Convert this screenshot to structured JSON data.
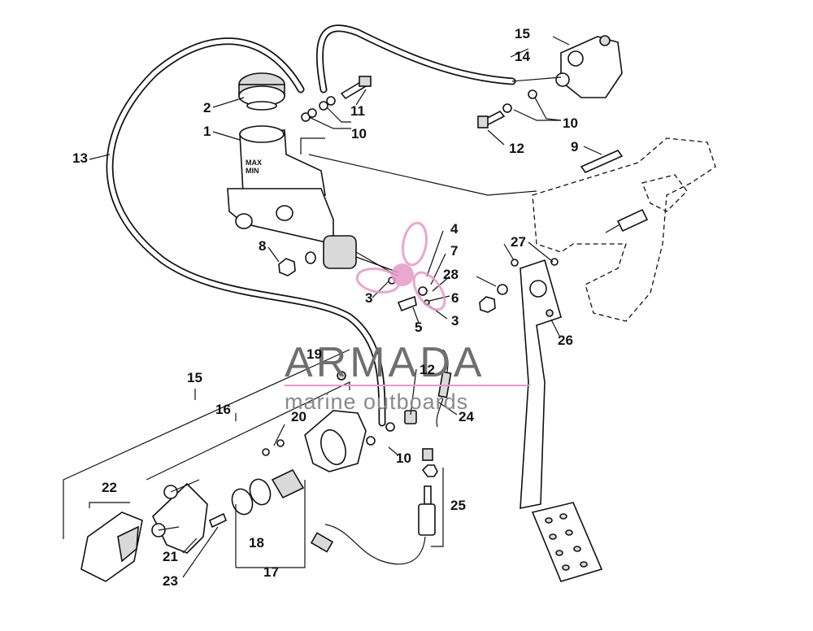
{
  "watermark": {
    "title": "ARMADA",
    "subtitle": "marine outboards",
    "logo_color": "#e69ac8",
    "line_color": "#e69ac8"
  },
  "reservoir_label": "MAX\nMIN",
  "callouts": {
    "c1": "1",
    "c2": "2",
    "c3a": "3",
    "c3b": "3",
    "c4": "4",
    "c5": "5",
    "c6": "6",
    "c7": "7",
    "c8": "8",
    "c9": "9",
    "c10a": "10",
    "c10b": "10",
    "c10c": "10",
    "c11": "11",
    "c12a": "12",
    "c12b": "12",
    "c13": "13",
    "c14": "14",
    "c15a": "15",
    "c15b": "15",
    "c16": "16",
    "c17": "17",
    "c18": "18",
    "c19": "19",
    "c20": "20",
    "c21": "21",
    "c22": "22",
    "c23": "23",
    "c24": "24",
    "c25": "25",
    "c26": "26",
    "c27": "27",
    "c28": "28"
  }
}
